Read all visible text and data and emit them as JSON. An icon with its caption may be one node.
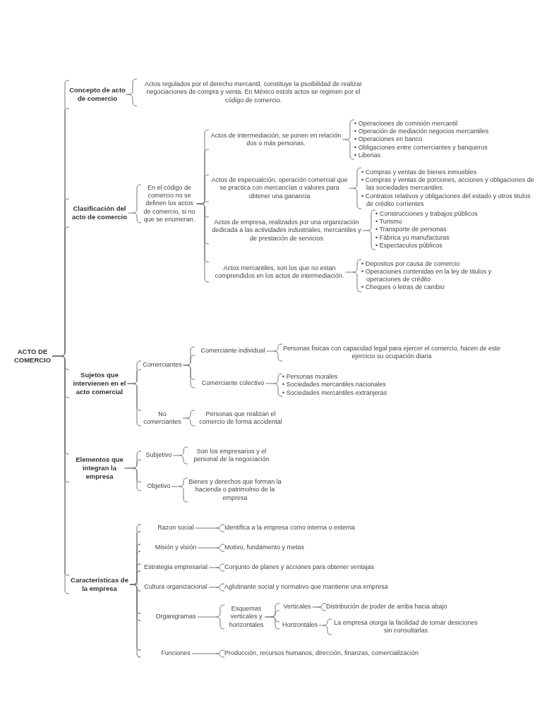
{
  "diagram": {
    "nodes": [
      {
        "text": [
          "ACTO DE COMERCIO"
        ]
      },
      {
        "text": [
          "Concepto de acto de comercio"
        ]
      },
      {
        "text": [
          "Actos regulados por el derecho mercantil, constituye la psoibilidad de realizar negociaciones de compra y venta. En México estols actos se regimen por el código de comercio."
        ]
      },
      {
        "text": [
          "Clasificación del acto de comercio"
        ]
      },
      {
        "text": [
          "En el código de comercio no se definen los actos de comercio, si no que se enumeran."
        ]
      },
      {
        "text": [
          "Actos de intermediación, se ponen en relación dos o más personas."
        ]
      },
      {
        "text": [
          "• Operaciones de comisión mercantil",
          "• Operación de mediación negocios mercantiles",
          "• Operaciones en banco",
          "• Obligaciones entre comerciantes y banqueros",
          "• Liberias"
        ]
      },
      {
        "text": [
          "Actos de especualción, operación comercial que se practica con mercancías o valores para obtener una ganancia"
        ]
      },
      {
        "text": [
          "• Compras y ventas de bienes inmuebles",
          "• Compras y ventas de porciones, acciones y obligaciones de las sociedades mercantiles",
          "• Contratos relativos y obligaciones del estado y otros titulos de crédito corrientes"
        ]
      },
      {
        "text": [
          "Actos de empresa, realizados por una organización dedicada a las actividades industriales, mercantiles y de prestación de servicios"
        ]
      },
      {
        "text": [
          "• Construcciones y trabajos públicos",
          "• Turismo",
          "• Transporte de personas",
          "• Fábrica yu manufacturas",
          "• Espectaculos públicos"
        ]
      },
      {
        "text": [
          "Actos mercantiles, son los que no estan comprendidos en los actos de intermediación."
        ]
      },
      {
        "text": [
          "• Depositos por causa de comercio",
          "• Operaciones contenidas en la ley de titulos y operaciones de crédito",
          "• Cheques o letras de cambio"
        ]
      },
      {
        "text": [
          "Sujetos que intervienen en el acto comercial"
        ]
      },
      {
        "text": [
          "Comerciantes"
        ]
      },
      {
        "text": [
          "Comerciante individual"
        ]
      },
      {
        "text": [
          "Personas fisicas con capacidad legal para ejercer el comercio, hacen de este ejercicio su ocupación diaria"
        ]
      },
      {
        "text": [
          "Comerciante colectivo"
        ]
      },
      {
        "text": [
          "• Personas morales",
          "• Sociedades mercantiles nacionales",
          "• Sociedades mercantiles extranjeras"
        ]
      },
      {
        "text": [
          "No comerciantes"
        ]
      },
      {
        "text": [
          "Personas que realizan el comercio de forma accidental"
        ]
      },
      {
        "text": [
          "Elementos que integran la empresa"
        ]
      },
      {
        "text": [
          "Subjetivo"
        ]
      },
      {
        "text": [
          "Son los empresarios y el personal de la negociación"
        ]
      },
      {
        "text": [
          "Objetivo"
        ]
      },
      {
        "text": [
          "Bienes y derechos que forman la hacienda o patrimolnio de la empresa"
        ]
      },
      {
        "text": [
          "Características de la empresa"
        ]
      },
      {
        "text": [
          "Razon social"
        ]
      },
      {
        "text": [
          "Identifica a la empresa como interna o externa"
        ]
      },
      {
        "text": [
          "Misión y visión"
        ]
      },
      {
        "text": [
          "Motivo, fundamento y metas"
        ]
      },
      {
        "text": [
          "Estrategia empresarial"
        ]
      },
      {
        "text": [
          "Conjunto de planes y acciones para obtener ventajas"
        ]
      },
      {
        "text": [
          "Cultura organizacional"
        ]
      },
      {
        "text": [
          "Aglutinante social y normativo que mantiene una empresa"
        ]
      },
      {
        "text": [
          "Organigramas"
        ]
      },
      {
        "text": [
          "Esquemas verticales y horizontales"
        ]
      },
      {
        "text": [
          "Verticales"
        ]
      },
      {
        "text": [
          "Distribución de poder de arriba hacia abajo"
        ]
      },
      {
        "text": [
          "Horizontales"
        ]
      },
      {
        "text": [
          "La empresa otorga la facilidad de tomar desiciones sin consultarlas"
        ]
      },
      {
        "text": [
          "Funciones"
        ]
      },
      {
        "text": [
          "Producción, recursos humanos, dirección, finanzas, comercialización"
        ]
      }
    ],
    "edges": [
      {
        "from": 0,
        "to": 1,
        "arrow": "none"
      },
      {
        "from": 0,
        "to": 3,
        "arrow": "none"
      },
      {
        "from": 0,
        "to": 13,
        "arrow": "none"
      },
      {
        "from": 0,
        "to": 21,
        "arrow": "none"
      },
      {
        "from": 0,
        "to": 26,
        "arrow": "none"
      },
      {
        "from": 1,
        "to": 2,
        "arrow": "none"
      },
      {
        "from": 3,
        "to": 4,
        "arrow": "none"
      },
      {
        "from": 4,
        "to": 5,
        "arrow": "none"
      },
      {
        "from": 4,
        "to": 7,
        "arrow": "none"
      },
      {
        "from": 4,
        "to": 9,
        "arrow": "none"
      },
      {
        "from": 4,
        "to": 11,
        "arrow": "none"
      },
      {
        "from": 5,
        "to": 6,
        "arrow": "none"
      },
      {
        "from": 7,
        "to": 8,
        "arrow": "none"
      },
      {
        "from": 9,
        "to": 10,
        "arrow": "none"
      },
      {
        "from": 11,
        "to": 12,
        "arrow": "none"
      },
      {
        "from": 13,
        "to": 14,
        "arrow": "none"
      },
      {
        "from": 13,
        "to": 19,
        "arrow": "none"
      },
      {
        "from": 14,
        "to": 15,
        "arrow": "none"
      },
      {
        "from": 14,
        "to": 17,
        "arrow": "none"
      },
      {
        "from": 15,
        "to": 16,
        "arrow": "none"
      },
      {
        "from": 17,
        "to": 18,
        "arrow": "none"
      },
      {
        "from": 19,
        "to": 20,
        "arrow": "none"
      },
      {
        "from": 21,
        "to": 22,
        "arrow": "none"
      },
      {
        "from": 21,
        "to": 24,
        "arrow": "none"
      },
      {
        "from": 22,
        "to": 23,
        "arrow": "none"
      },
      {
        "from": 24,
        "to": 25,
        "arrow": "none"
      },
      {
        "from": 26,
        "to": 27,
        "arrow": "none"
      },
      {
        "from": 26,
        "to": 29,
        "arrow": "none"
      },
      {
        "from": 26,
        "to": 31,
        "arrow": "none"
      },
      {
        "from": 26,
        "to": 33,
        "arrow": "none"
      },
      {
        "from": 26,
        "to": 35,
        "arrow": "none"
      },
      {
        "from": 26,
        "to": 41,
        "arrow": "none"
      },
      {
        "from": 27,
        "to": 28,
        "arrow": "none"
      },
      {
        "from": 29,
        "to": 30,
        "arrow": "none"
      },
      {
        "from": 31,
        "to": 32,
        "arrow": "none"
      },
      {
        "from": 33,
        "to": 34,
        "arrow": "none"
      },
      {
        "from": 35,
        "to": 36,
        "arrow": "none"
      },
      {
        "from": 36,
        "to": 37,
        "arrow": "none"
      },
      {
        "from": 36,
        "to": 39,
        "arrow": "none"
      },
      {
        "from": 37,
        "to": 38,
        "arrow": "none"
      },
      {
        "from": 39,
        "to": 40,
        "arrow": "none"
      },
      {
        "from": 41,
        "to": 42,
        "arrow": "none"
      }
    ]
  }
}
